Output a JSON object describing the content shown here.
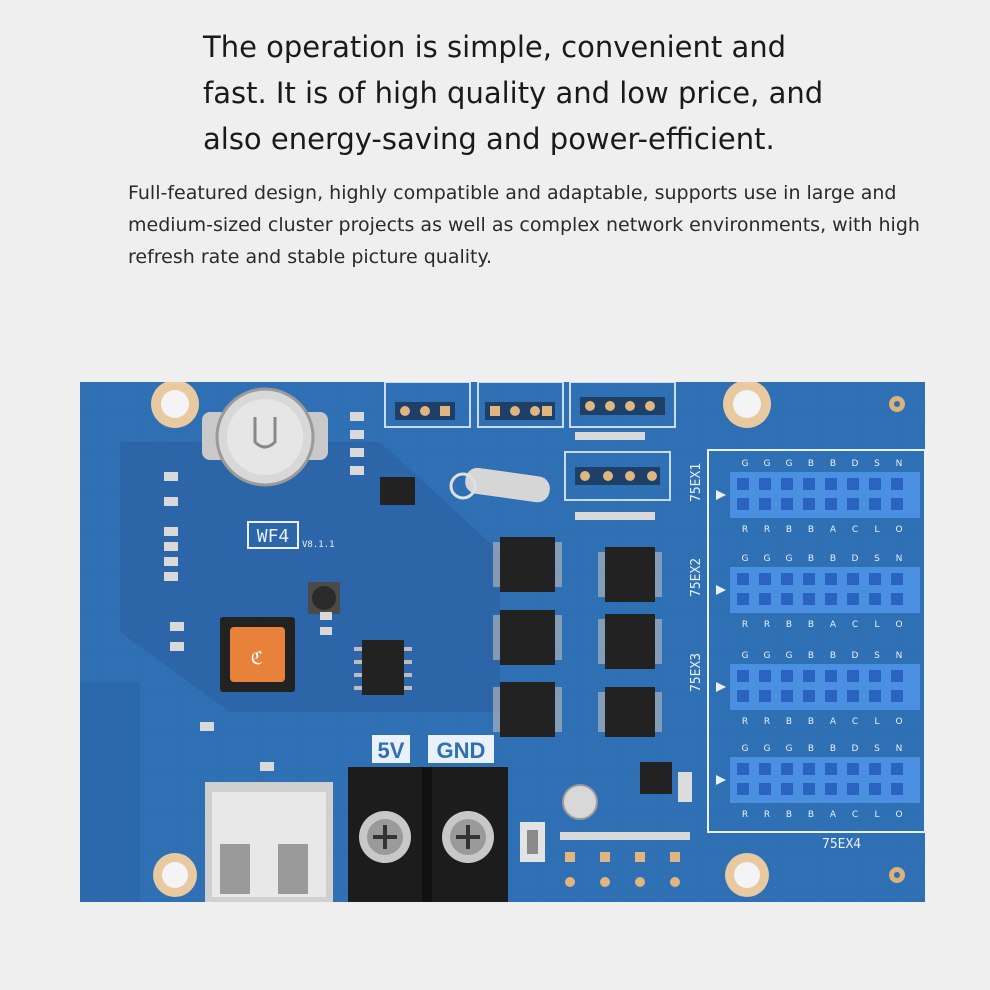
{
  "headline": "The operation is simple, convenient and fast. It is of high quality and low price, and also energy-saving and power-efficient.",
  "subtext": "Full-featured design, highly compatible and adaptable, supports use in large and medium-sized cluster projects as well as complex network environments, with high refresh rate and stable picture quality.",
  "board": {
    "model_label": "WF4",
    "version_label": "V8.1.1",
    "terminal_5v": "5V",
    "terminal_gnd": "GND",
    "hub_labels": [
      "75EX1",
      "75EX2",
      "75EX3",
      "75EX4"
    ],
    "pin_labels_top": [
      "G",
      "G",
      "G",
      "B",
      "B",
      "D",
      "S",
      "N"
    ],
    "pin_labels_bottom": [
      "R",
      "R",
      "B",
      "B",
      "A",
      "C",
      "L",
      "O"
    ],
    "colors": {
      "pcb": "#2f6fb4",
      "pcb_dark": "#2a5f9e",
      "connector": "#4a8fe0",
      "chip": "#222222",
      "terminal": "#1c1c1c",
      "logo_chip": "#e8823a"
    }
  }
}
